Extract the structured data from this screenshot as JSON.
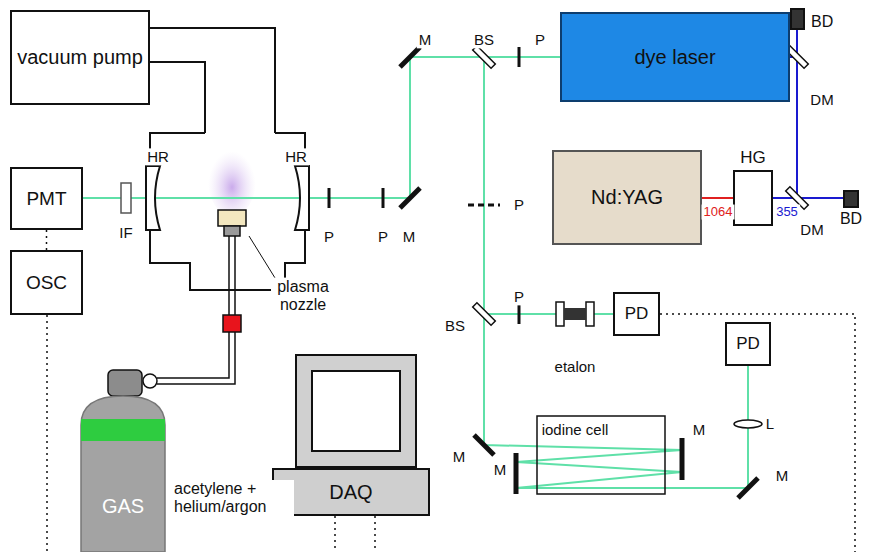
{
  "diagram": {
    "nodes": [
      {
        "text": [
          "vacuum pump"
        ]
      },
      {
        "text": [
          "PMT"
        ]
      },
      {
        "text": [
          "OSC"
        ]
      },
      {
        "text": [
          "dye laser"
        ]
      },
      {
        "text": [
          "Nd:YAG"
        ]
      },
      {
        "text": [
          "HG"
        ]
      },
      {
        "text": [
          "PD"
        ]
      },
      {
        "text": [
          "PD"
        ]
      },
      {
        "text": [
          "BD"
        ]
      },
      {
        "text": [
          "BD"
        ]
      },
      {
        "text": [
          "GAS"
        ]
      },
      {
        "text": [
          "DAQ"
        ]
      }
    ],
    "edges": [
      {
        "from": 1,
        "to": 2,
        "arrow": "none"
      },
      {
        "from": 4,
        "to": 5,
        "arrow": "none"
      }
    ],
    "labels": [
      "HR",
      "HR",
      "IF",
      "P",
      "P",
      "M",
      "M",
      "BS",
      "P",
      "DM",
      "DM",
      "P",
      "plasma nozzle",
      "BS",
      "P",
      "etalon",
      "iodine cell",
      "L",
      "M",
      "M",
      "M",
      "M",
      "acetylene + helium/argon",
      "1064",
      "355"
    ]
  }
}
